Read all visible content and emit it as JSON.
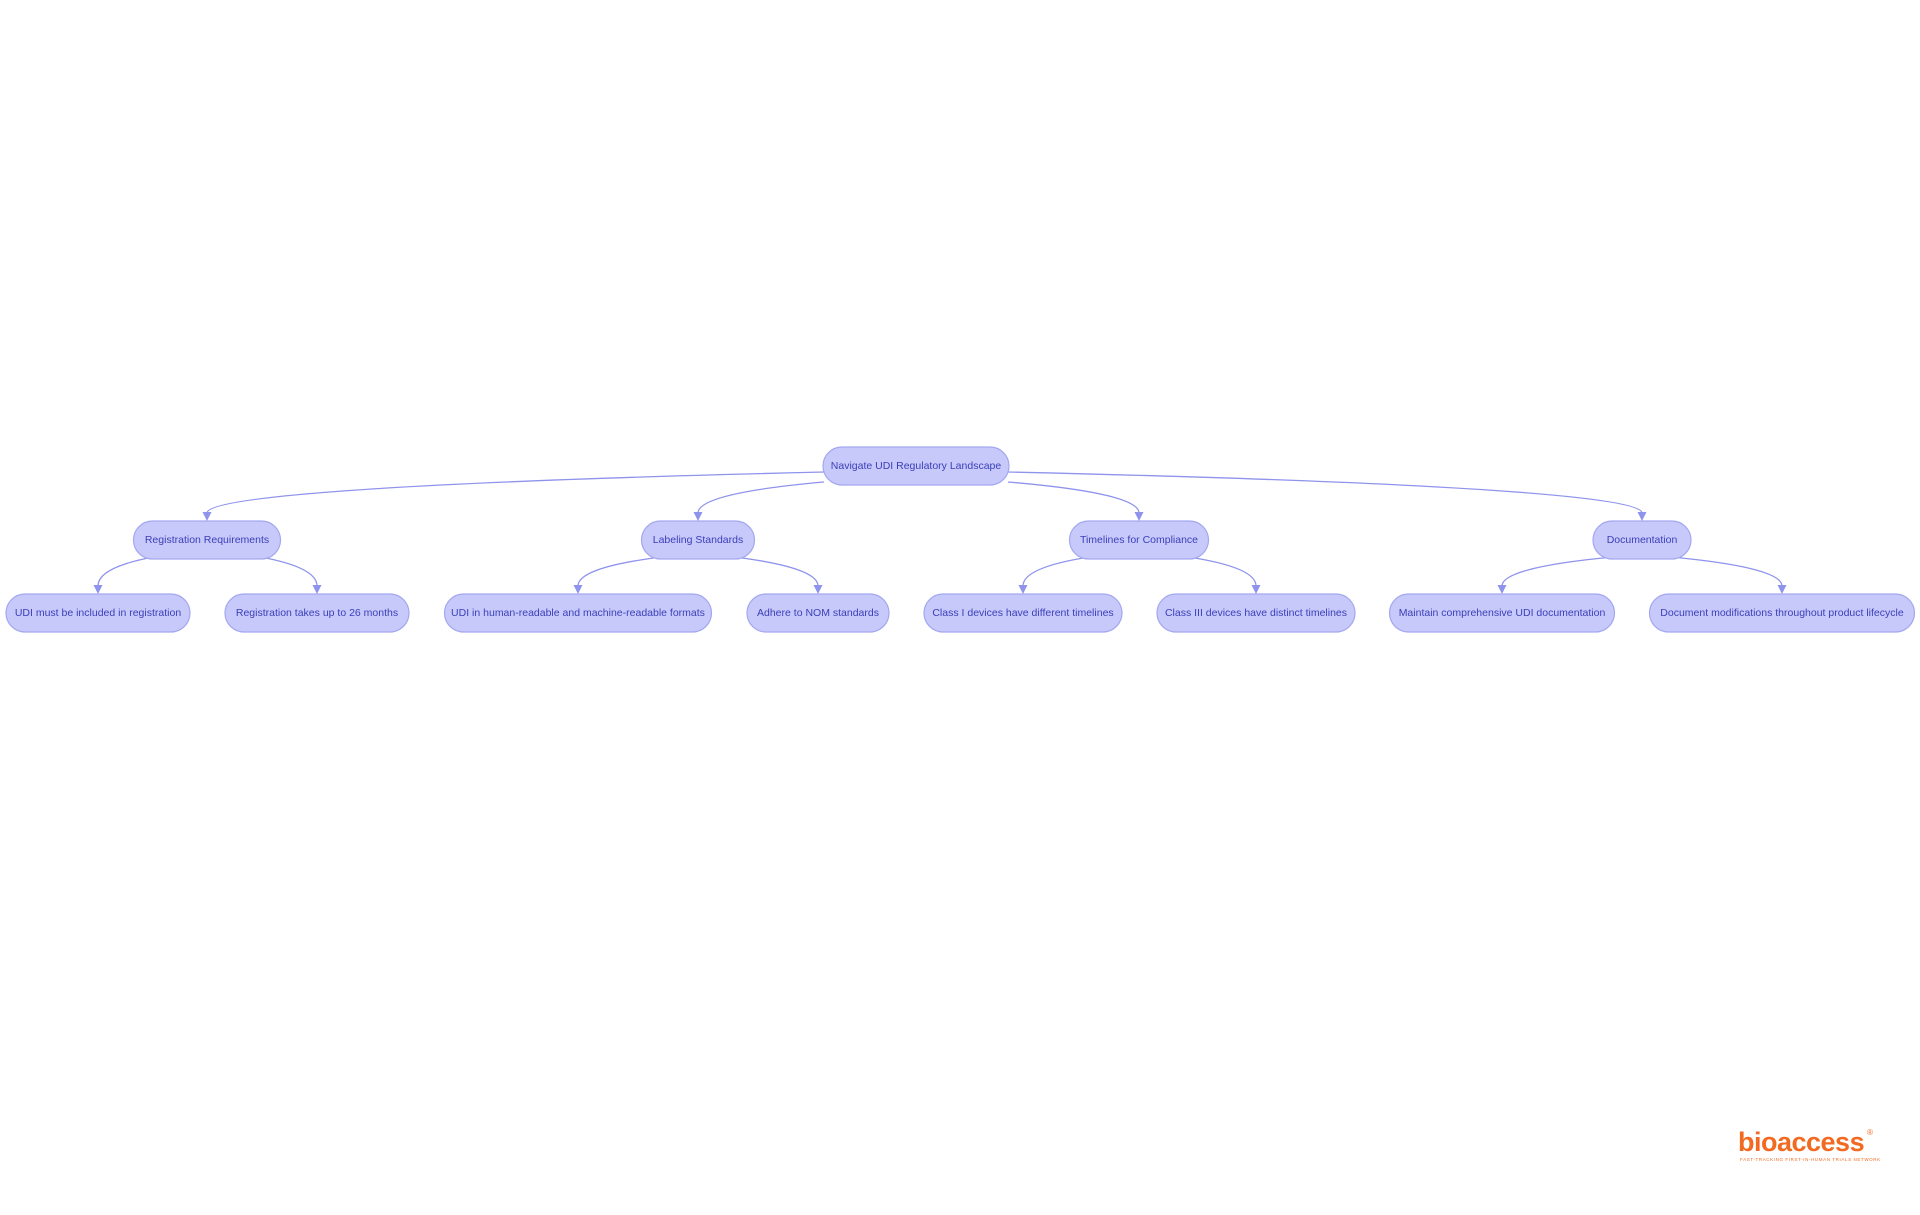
{
  "diagram": {
    "root": "Navigate UDI Regulatory Landscape",
    "branches": [
      {
        "label": "Registration Requirements",
        "children": [
          "UDI must be included in registration",
          "Registration takes up to 26 months"
        ]
      },
      {
        "label": "Labeling Standards",
        "children": [
          "UDI in human-readable and machine-readable formats",
          "Adhere to NOM standards"
        ]
      },
      {
        "label": "Timelines for Compliance",
        "children": [
          "Class I devices have different timelines",
          "Class III devices have distinct timelines"
        ]
      },
      {
        "label": "Documentation",
        "children": [
          "Maintain comprehensive UDI documentation",
          "Document modifications throughout product lifecycle"
        ]
      }
    ]
  },
  "logo": {
    "name": "bioaccess",
    "registered_mark": "®",
    "tagline": "FAST-TRACKING FIRST-IN-HUMAN TRIALS NETWORK"
  },
  "colors": {
    "node_fill": "#c7c9fa",
    "node_stroke": "#a3a7ef",
    "node_text": "#3b3fb8",
    "edge": "#8f93ec",
    "brand": "#f26a21"
  }
}
